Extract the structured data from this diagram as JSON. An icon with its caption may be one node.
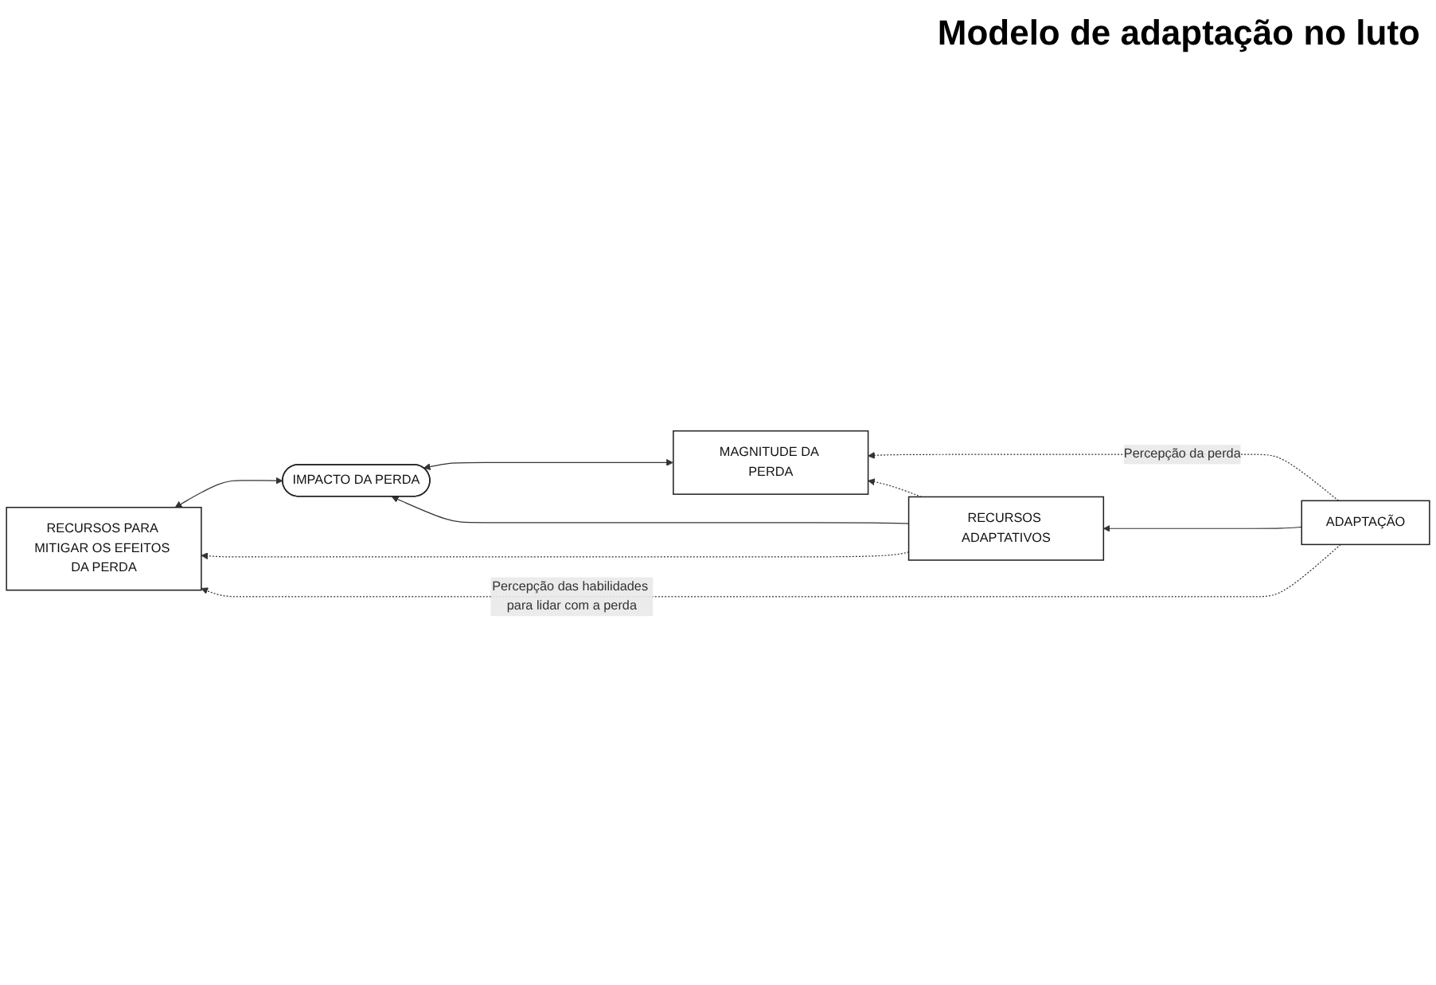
{
  "diagram": {
    "title": "Modelo de adaptação no luto",
    "nodes": [
      {
        "text": [
          "MAGNITUDE DA PERDA"
        ]
      },
      {
        "text": [
          "IMPACTO DA PERDA"
        ]
      },
      {
        "text": [
          "RECURSOS PARA MITIGAR OS EFEITOS DA PERDA"
        ]
      },
      {
        "text": [
          "RECURSOS ADAPTATIVOS"
        ]
      },
      {
        "text": [
          "ADAPTAÇÃO"
        ]
      }
    ],
    "edges": [
      {
        "from": 0,
        "to": 1,
        "arrow": "both"
      },
      {
        "from": 1,
        "to": 2,
        "arrow": "both"
      },
      {
        "from": 3,
        "to": 1,
        "arrow": "to"
      },
      {
        "from": 4,
        "to": 3,
        "arrow": "to"
      },
      {
        "from": 4,
        "to": 0,
        "arrow": "to",
        "style": "dashed",
        "label": "Percepção da perda"
      },
      {
        "from": 3,
        "to": 0,
        "arrow": "to",
        "style": "dashed"
      },
      {
        "from": 3,
        "to": 2,
        "arrow": "to",
        "style": "dashed"
      },
      {
        "from": 4,
        "to": 2,
        "arrow": "to",
        "style": "dashed",
        "label": "Percepção das habilidades para lidar com a perda"
      }
    ]
  }
}
